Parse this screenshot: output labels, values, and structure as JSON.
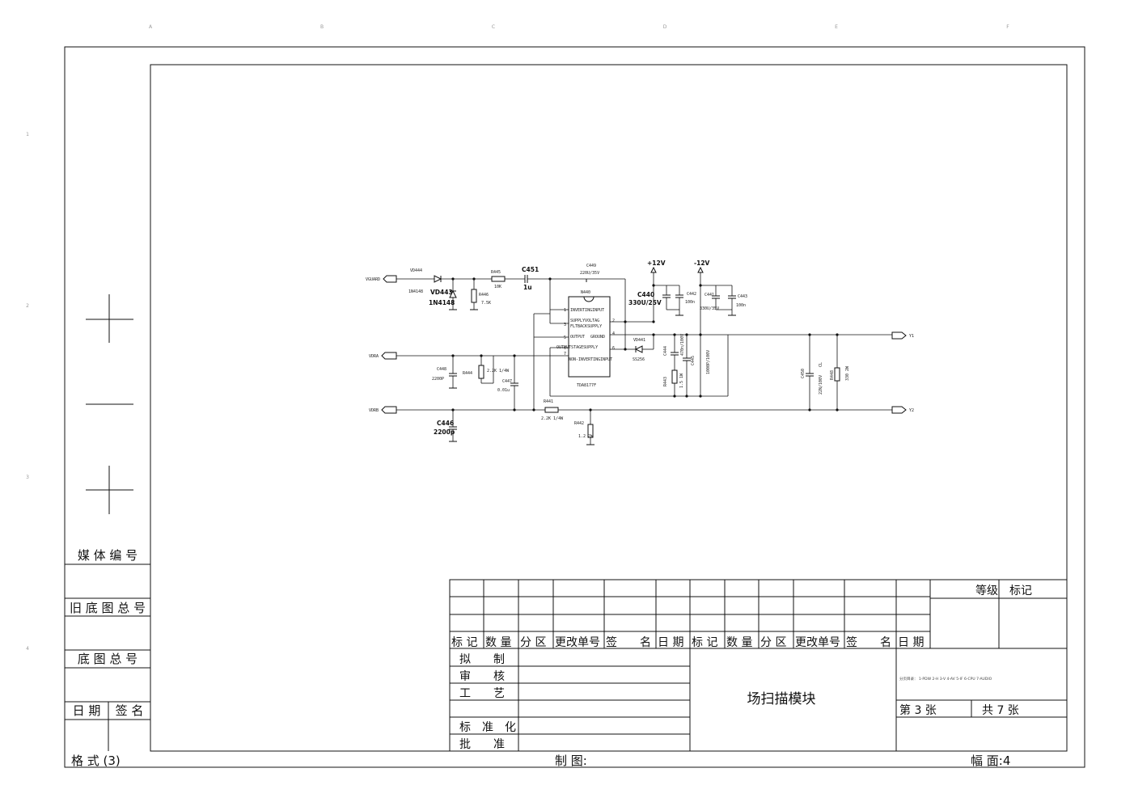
{
  "grid": {
    "columns": [
      "A",
      "B",
      "C",
      "D",
      "E",
      "F"
    ],
    "rows": [
      "1",
      "2",
      "3",
      "4"
    ]
  },
  "side_panel": {
    "media_no": "媒 体 编 号",
    "old_base_no": "旧 底 图 总 号",
    "base_no": "底 图 总 号",
    "date": "日 期",
    "sign": "签 名"
  },
  "footer": {
    "format": "格 式 (3)",
    "drawn": "制 图:",
    "size": "幅 面:4"
  },
  "title_block": {
    "grade": "等级",
    "mark": "标记",
    "rev_headers": [
      "标 记",
      "数 量",
      "分 区",
      "更改单号",
      "签　　名",
      "日 期",
      "标 记",
      "数 量",
      "分 区",
      "更改单号",
      "签　　名",
      "日 期"
    ],
    "roles": [
      "拟　　制",
      "审　　核",
      "工　　艺",
      "标　准　化",
      "批　　准"
    ],
    "drawing_title": "场扫描模块",
    "catalog_note": "分页目录： 1-PDW  2-H  3-V  4-AV  5-IF  6-CPU  7-AUDIO",
    "sheet": "第 3 张",
    "total": "共 7 张"
  },
  "schematic": {
    "ports": {
      "vguard": "VGUARD",
      "vdra": "VDRA",
      "vdrb": "VDRB",
      "y1": "Y1",
      "y2": "Y2"
    },
    "rails": {
      "pos": "+12V",
      "neg": "-12V"
    },
    "ic": {
      "ref": "N440",
      "part": "TDA8177F",
      "pins": [
        {
          "num": "1",
          "name": "INVERTINGINPUT"
        },
        {
          "num": "2",
          "name": "SUPPLYVOLTAG"
        },
        {
          "num": "3",
          "name": "FLTBACKSUPPLY"
        },
        {
          "num": "4",
          "name": "GROUND"
        },
        {
          "num": "5",
          "name": "OUTPUT"
        },
        {
          "num": "6",
          "name": "OUTPUTSTAGESUPPLY"
        },
        {
          "num": "7",
          "name": "NON-INVERTINGINPUT"
        }
      ]
    },
    "parts": {
      "vd444": {
        "ref": "VD444",
        "val": "1N4148"
      },
      "vd443": {
        "ref": "VD443",
        "val": "1N4148"
      },
      "r446": {
        "ref": "R446",
        "val": "7.5K"
      },
      "r445": {
        "ref": "R445",
        "val": "10K"
      },
      "c451": {
        "ref": "C451",
        "val": "1u"
      },
      "c449": {
        "ref": "C449",
        "val": "220U/35V"
      },
      "c440": {
        "ref": "C440",
        "val": "330U/25V"
      },
      "c442": {
        "ref": "C442",
        "val": "100n"
      },
      "c441": {
        "ref": "C441",
        "val": "330U/35V"
      },
      "c443": {
        "ref": "C443",
        "val": "100n"
      },
      "vd441": {
        "ref": "VD441",
        "val": "SS256"
      },
      "c444": {
        "ref": "C444",
        "val": "470n/100V"
      },
      "c445": {
        "ref": "C445",
        "val": "1000P/100V"
      },
      "r443": {
        "ref": "R443",
        "val": "1.5 1W"
      },
      "c448": {
        "ref": "C448",
        "val": "2200P"
      },
      "r444": {
        "ref": "R444",
        "val": "2.2K 1/4W"
      },
      "c447": {
        "ref": "C447",
        "val": "0.01u"
      },
      "r441": {
        "ref": "R441",
        "val": "2.2K  1/4W"
      },
      "r442": {
        "ref": "R442",
        "val": "1.2  2W"
      },
      "c446": {
        "ref": "C446",
        "val": "2200p"
      },
      "c450": {
        "ref": "C450",
        "val": "22N/100V"
      },
      "cl": {
        "ref": "CL",
        "val": ""
      },
      "r448": {
        "ref": "R448",
        "val": "330 2W"
      }
    }
  }
}
